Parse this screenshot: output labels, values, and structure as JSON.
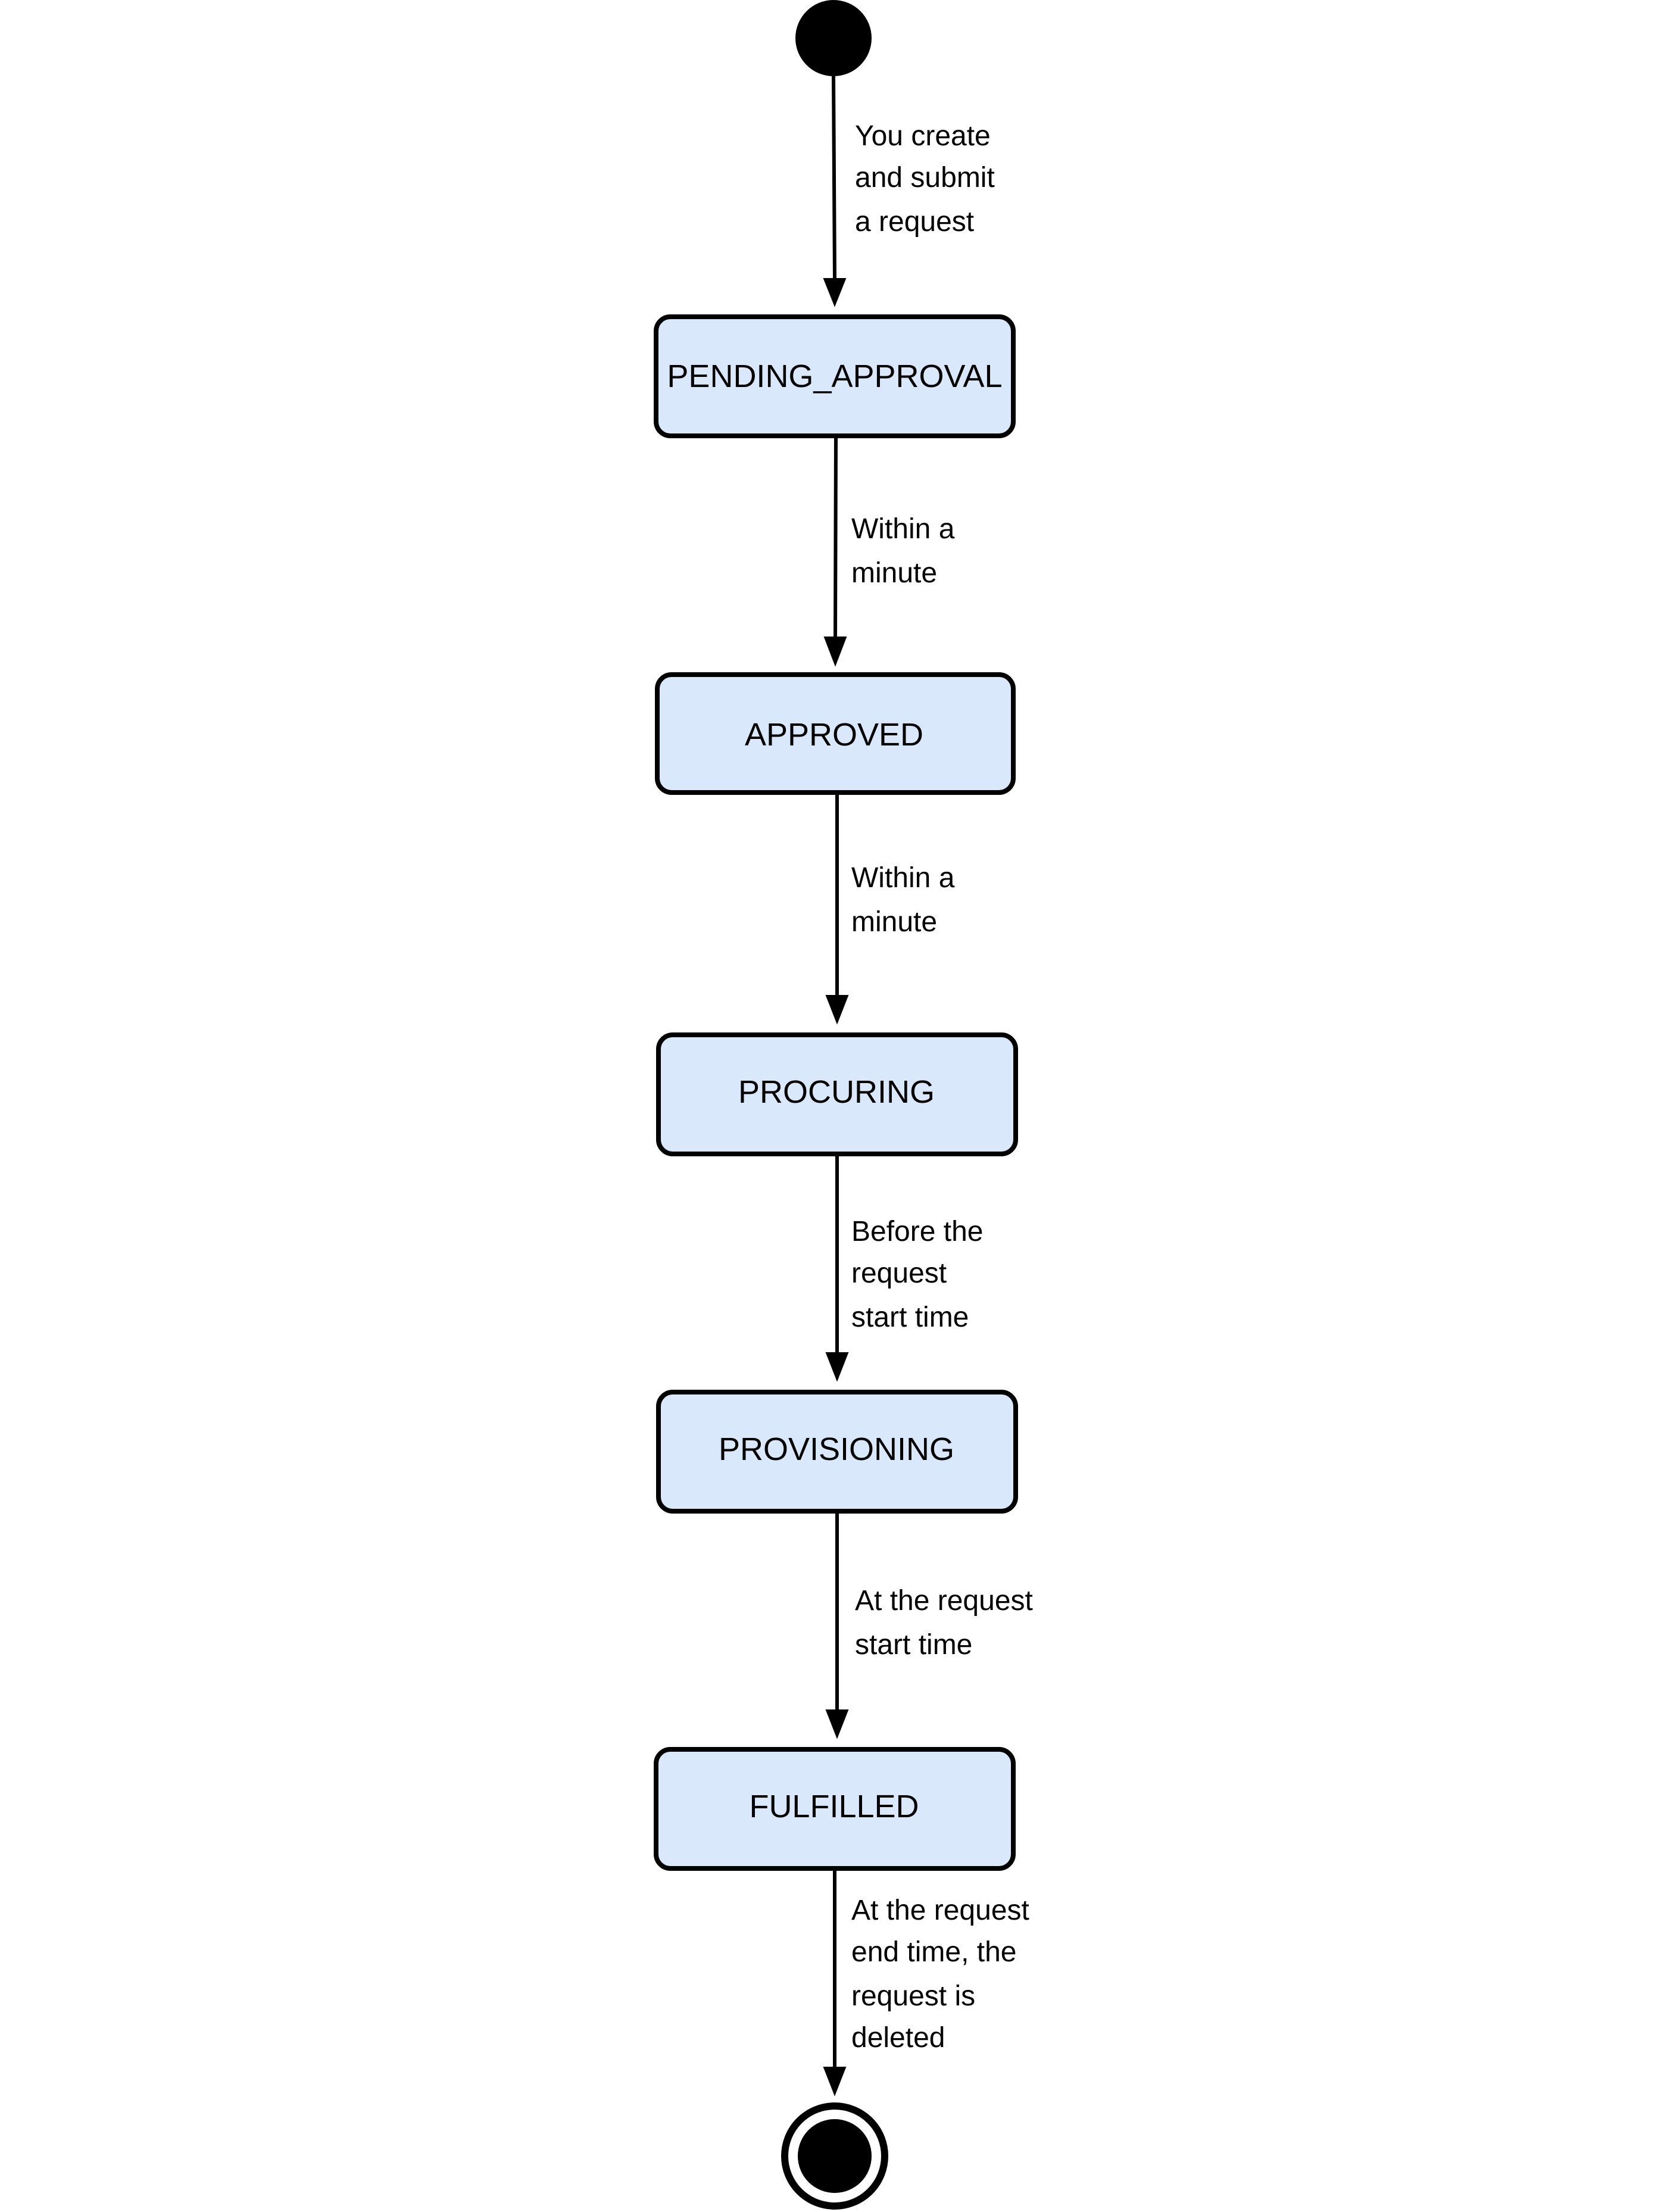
{
  "diagram": {
    "type": "state-diagram",
    "start_node": "initial-state",
    "end_node": "final-state",
    "states": [
      {
        "id": "pending_approval",
        "label": "PENDING_APPROVAL"
      },
      {
        "id": "approved",
        "label": "APPROVED"
      },
      {
        "id": "procuring",
        "label": "PROCURING"
      },
      {
        "id": "provisioning",
        "label": "PROVISIONING"
      },
      {
        "id": "fulfilled",
        "label": "FULFILLED"
      }
    ],
    "transitions": [
      {
        "from": "start",
        "to": "pending_approval",
        "lines": [
          "You create",
          "and submit",
          "a request"
        ]
      },
      {
        "from": "pending_approval",
        "to": "approved",
        "lines": [
          "Within a",
          "minute"
        ]
      },
      {
        "from": "approved",
        "to": "procuring",
        "lines": [
          "Within a",
          "minute"
        ]
      },
      {
        "from": "procuring",
        "to": "provisioning",
        "lines": [
          "Before the",
          "request",
          "start time"
        ]
      },
      {
        "from": "provisioning",
        "to": "fulfilled",
        "lines": [
          "At the request",
          "start time"
        ]
      },
      {
        "from": "fulfilled",
        "to": "end",
        "lines": [
          "At the request",
          "end time, the",
          "request is",
          "deleted"
        ]
      }
    ],
    "colors": {
      "state_fill": "#dae8fc",
      "stroke": "#000000",
      "background": "#ffffff"
    }
  }
}
